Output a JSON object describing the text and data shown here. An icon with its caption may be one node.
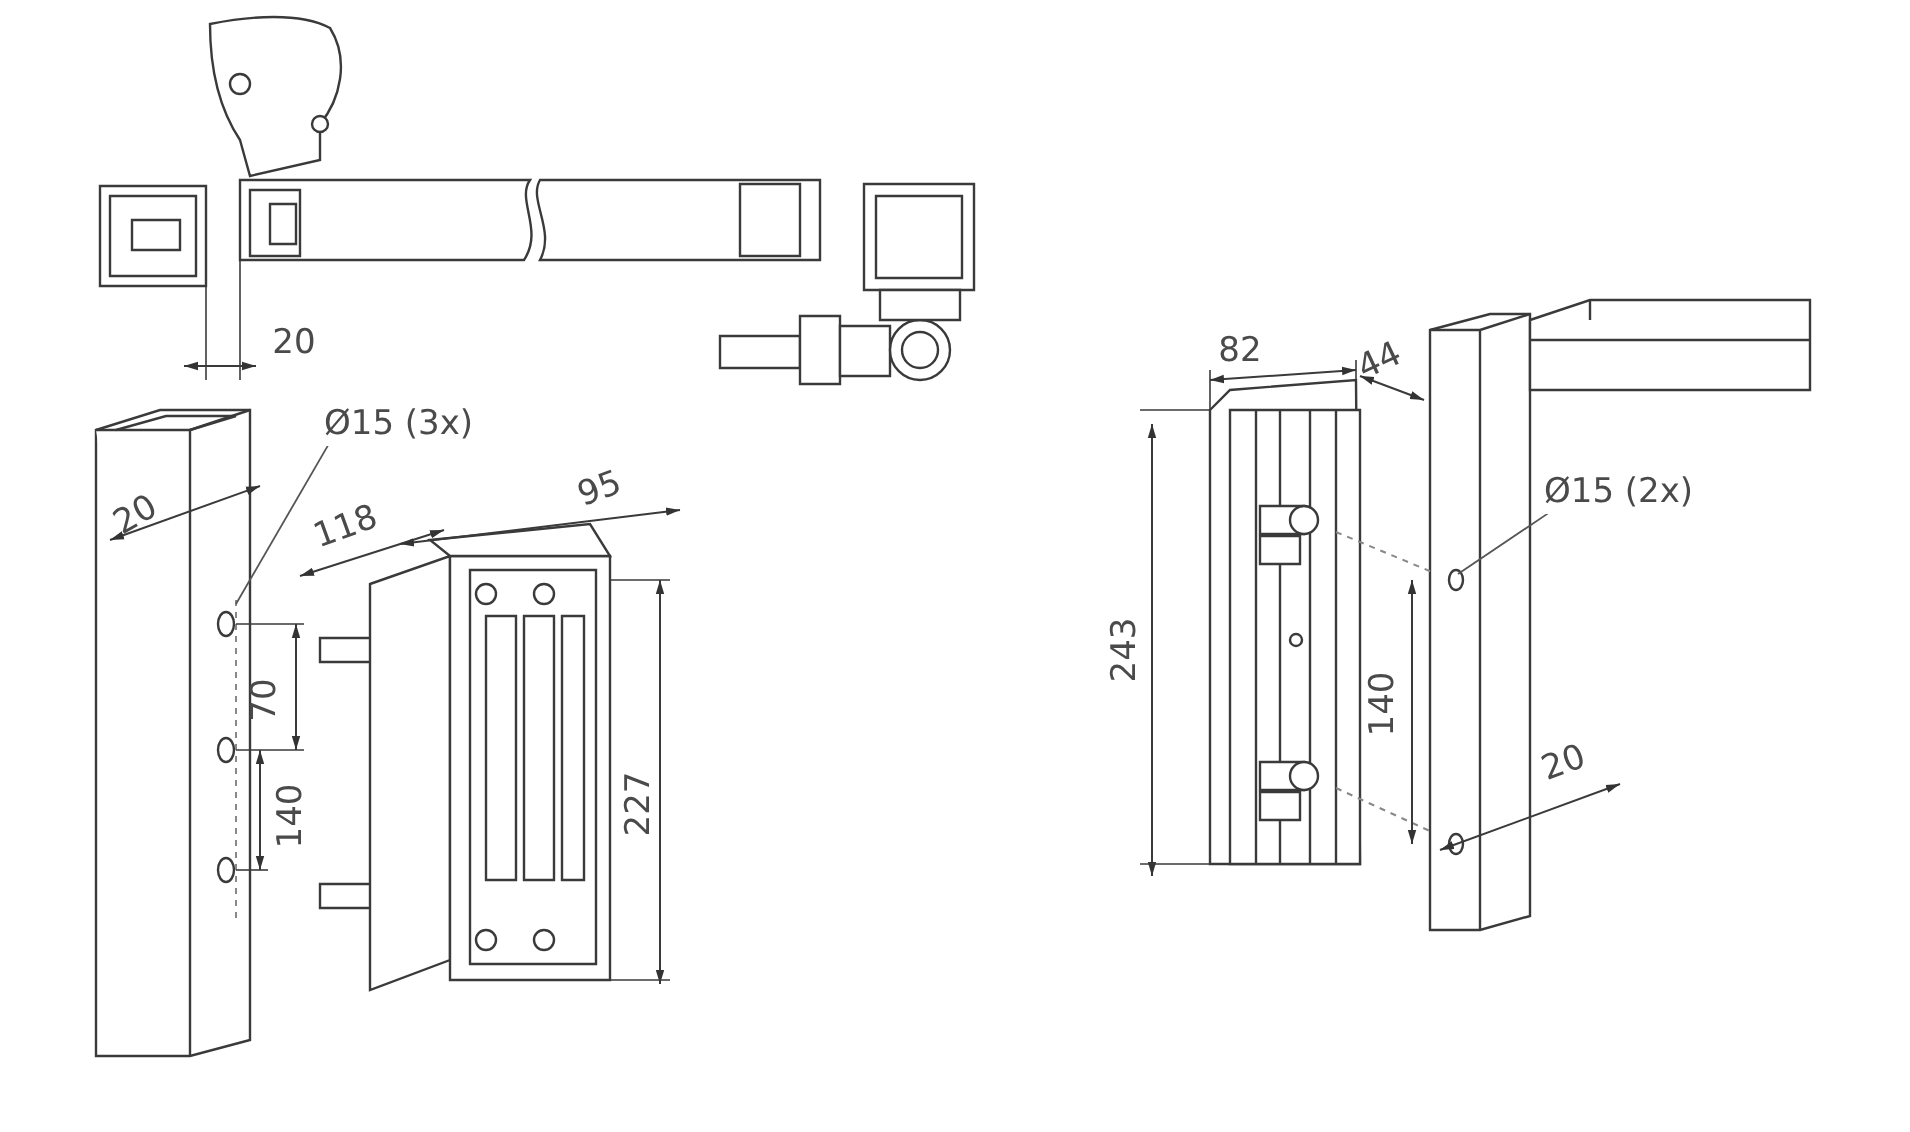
{
  "diagram": {
    "nodes": [
      {
        "text": [
          "Ø15 (3x)"
        ]
      },
      {
        "text": [
          "Ø15 (2x)"
        ]
      }
    ],
    "edges": [
      {
        "from": 0,
        "to": null,
        "arrow": "none"
      },
      {
        "from": 1,
        "to": null,
        "arrow": "none"
      }
    ],
    "labels": [
      "20",
      "82",
      "44",
      "20",
      "118",
      "95",
      "243",
      "70",
      "140",
      "140",
      "227",
      "20"
    ]
  }
}
